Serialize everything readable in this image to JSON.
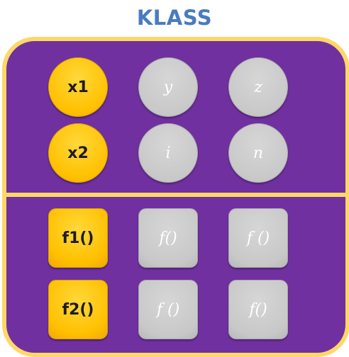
{
  "title": "KLASS",
  "colors": {
    "title": "#4a7bc0",
    "frame": "#ffd766",
    "background": "#7030a0",
    "attribute_fill": "#ffc000",
    "placeholder_fill": "#c8c8c8"
  },
  "attributes": {
    "named": [
      "x1",
      "x2"
    ],
    "placeholders_row1": [
      "y",
      "z"
    ],
    "placeholders_row2": [
      "i",
      "n"
    ]
  },
  "methods": {
    "named": [
      "f1()",
      "f2()"
    ],
    "placeholders_row1": [
      "f()",
      "f ()"
    ],
    "placeholders_row2": [
      "f ()",
      "f()"
    ]
  }
}
